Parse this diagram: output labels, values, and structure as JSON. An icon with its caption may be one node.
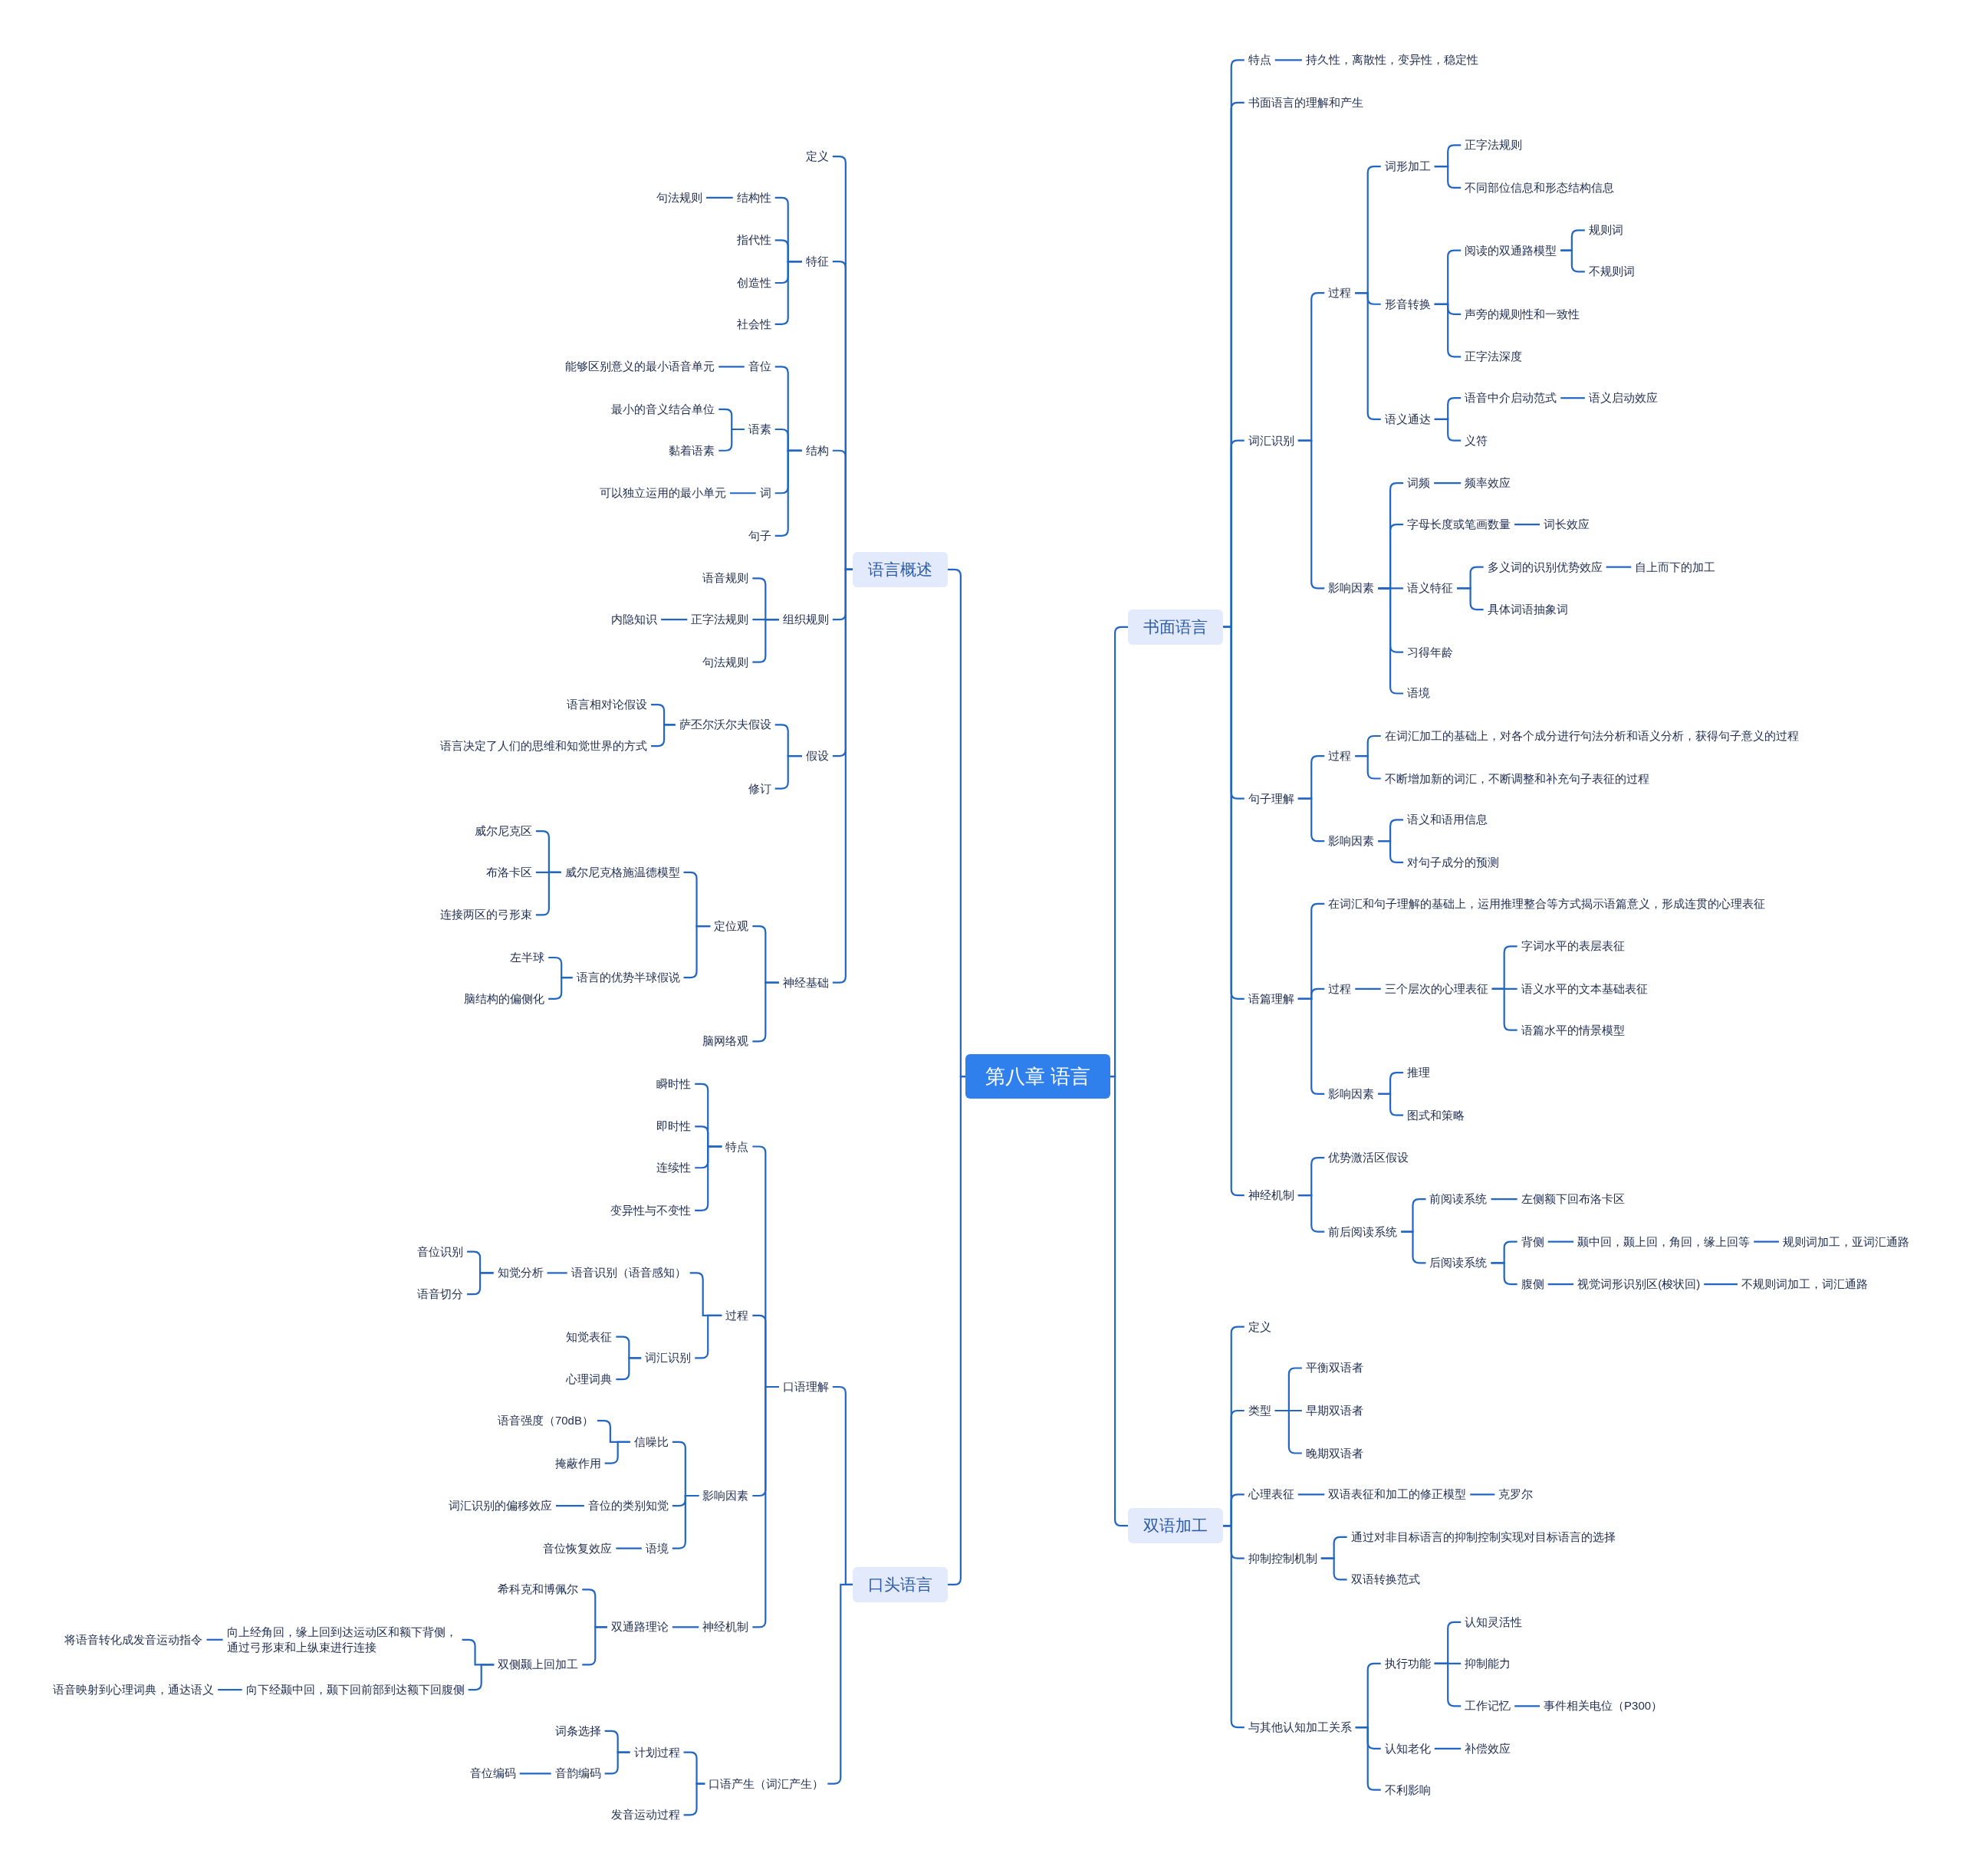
{
  "diagram": {
    "nodes": [
      {
        "text": [
          "第八章 语言"
        ]
      },
      {
        "text": [
          "语言概述"
        ]
      },
      {
        "text": [
          "定义"
        ]
      },
      {
        "text": [
          "特征"
        ]
      },
      {
        "text": [
          "结构性"
        ]
      },
      {
        "text": [
          "句法规则"
        ]
      },
      {
        "text": [
          "指代性"
        ]
      },
      {
        "text": [
          "创造性"
        ]
      },
      {
        "text": [
          "社会性"
        ]
      },
      {
        "text": [
          "结构"
        ]
      },
      {
        "text": [
          "音位"
        ]
      },
      {
        "text": [
          "能够区别意义的最小语音单元"
        ]
      },
      {
        "text": [
          "语素"
        ]
      },
      {
        "text": [
          "最小的音义结合单位"
        ]
      },
      {
        "text": [
          "黏着语素"
        ]
      },
      {
        "text": [
          "词"
        ]
      },
      {
        "text": [
          "可以独立运用的最小单元"
        ]
      },
      {
        "text": [
          "句子"
        ]
      },
      {
        "text": [
          "组织规则"
        ]
      },
      {
        "text": [
          "语音规则"
        ]
      },
      {
        "text": [
          "正字法规则"
        ]
      },
      {
        "text": [
          "内隐知识"
        ]
      },
      {
        "text": [
          "句法规则"
        ]
      },
      {
        "text": [
          "假设"
        ]
      },
      {
        "text": [
          "萨丕尔沃尔夫假设"
        ]
      },
      {
        "text": [
          "语言相对论假设"
        ]
      },
      {
        "text": [
          "语言决定了人们的思维和知觉世界的方式"
        ]
      },
      {
        "text": [
          "修订"
        ]
      },
      {
        "text": [
          "神经基础"
        ]
      },
      {
        "text": [
          "定位观"
        ]
      },
      {
        "text": [
          "威尔尼克格施温德模型"
        ]
      },
      {
        "text": [
          "威尔尼克区"
        ]
      },
      {
        "text": [
          "布洛卡区"
        ]
      },
      {
        "text": [
          "连接两区的弓形束"
        ]
      },
      {
        "text": [
          "语言的优势半球假说"
        ]
      },
      {
        "text": [
          "左半球"
        ]
      },
      {
        "text": [
          "脑结构的偏侧化"
        ]
      },
      {
        "text": [
          "脑网络观"
        ]
      },
      {
        "text": [
          "口头语言"
        ]
      },
      {
        "text": [
          "口语理解"
        ]
      },
      {
        "text": [
          "特点"
        ]
      },
      {
        "text": [
          "瞬时性"
        ]
      },
      {
        "text": [
          "即时性"
        ]
      },
      {
        "text": [
          "连续性"
        ]
      },
      {
        "text": [
          "变异性与不变性"
        ]
      },
      {
        "text": [
          "过程"
        ]
      },
      {
        "text": [
          "语音识别（语音感知）"
        ]
      },
      {
        "text": [
          "知觉分析"
        ]
      },
      {
        "text": [
          "音位识别"
        ]
      },
      {
        "text": [
          "语音切分"
        ]
      },
      {
        "text": [
          "词汇识别"
        ]
      },
      {
        "text": [
          "知觉表征"
        ]
      },
      {
        "text": [
          "心理词典"
        ]
      },
      {
        "text": [
          "影响因素"
        ]
      },
      {
        "text": [
          "信噪比"
        ]
      },
      {
        "text": [
          "语音强度（70dB）"
        ]
      },
      {
        "text": [
          "掩蔽作用"
        ]
      },
      {
        "text": [
          "音位的类别知觉"
        ]
      },
      {
        "text": [
          "词汇识别的偏移效应"
        ]
      },
      {
        "text": [
          "语境"
        ]
      },
      {
        "text": [
          "音位恢复效应"
        ]
      },
      {
        "text": [
          "神经机制"
        ]
      },
      {
        "text": [
          "双通路理论"
        ]
      },
      {
        "text": [
          "希科克和博佩尔"
        ]
      },
      {
        "text": [
          "双侧颞上回加工"
        ]
      },
      {
        "text": [
          "向上经角回，缘上回到达运动区和额下背侧，通过弓形束和上纵束进行连接"
        ]
      },
      {
        "text": [
          "将语音转化成发音运动指令"
        ]
      },
      {
        "text": [
          "向下经颞中回，颞下回前部到达额下回腹侧"
        ]
      },
      {
        "text": [
          "语音映射到心理词典，通达语义"
        ]
      },
      {
        "text": [
          "口语产生（词汇产生）"
        ]
      },
      {
        "text": [
          "计划过程"
        ]
      },
      {
        "text": [
          "词条选择"
        ]
      },
      {
        "text": [
          "音韵编码"
        ]
      },
      {
        "text": [
          "音位编码"
        ]
      },
      {
        "text": [
          "发音运动过程"
        ]
      },
      {
        "text": [
          "书面语言"
        ]
      },
      {
        "text": [
          "特点"
        ]
      },
      {
        "text": [
          "持久性，离散性，变异性，稳定性"
        ]
      },
      {
        "text": [
          "书面语言的理解和产生"
        ]
      },
      {
        "text": [
          "词汇识别"
        ]
      },
      {
        "text": [
          "过程"
        ]
      },
      {
        "text": [
          "词形加工"
        ]
      },
      {
        "text": [
          "正字法规则"
        ]
      },
      {
        "text": [
          "不同部位信息和形态结构信息"
        ]
      },
      {
        "text": [
          "形音转换"
        ]
      },
      {
        "text": [
          "阅读的双通路模型"
        ]
      },
      {
        "text": [
          "规则词"
        ]
      },
      {
        "text": [
          "不规则词"
        ]
      },
      {
        "text": [
          "声旁的规则性和一致性"
        ]
      },
      {
        "text": [
          "正字法深度"
        ]
      },
      {
        "text": [
          "语义通达"
        ]
      },
      {
        "text": [
          "语音中介启动范式"
        ]
      },
      {
        "text": [
          "语义启动效应"
        ]
      },
      {
        "text": [
          "义符"
        ]
      },
      {
        "text": [
          "影响因素"
        ]
      },
      {
        "text": [
          "词频"
        ]
      },
      {
        "text": [
          "频率效应"
        ]
      },
      {
        "text": [
          "字母长度或笔画数量"
        ]
      },
      {
        "text": [
          "词长效应"
        ]
      },
      {
        "text": [
          "语义特征"
        ]
      },
      {
        "text": [
          "多义词的识别优势效应"
        ]
      },
      {
        "text": [
          "自上而下的加工"
        ]
      },
      {
        "text": [
          "具体词语抽象词"
        ]
      },
      {
        "text": [
          "习得年龄"
        ]
      },
      {
        "text": [
          "语境"
        ]
      },
      {
        "text": [
          "句子理解"
        ]
      },
      {
        "text": [
          "过程"
        ]
      },
      {
        "text": [
          "在词汇加工的基础上，对各个成分进行句法分析和语义分析，获得句子意义的过程"
        ]
      },
      {
        "text": [
          "不断增加新的词汇，不断调整和补充句子表征的过程"
        ]
      },
      {
        "text": [
          "影响因素"
        ]
      },
      {
        "text": [
          "语义和语用信息"
        ]
      },
      {
        "text": [
          "对句子成分的预测"
        ]
      },
      {
        "text": [
          "语篇理解"
        ]
      },
      {
        "text": [
          "在词汇和句子理解的基础上，运用推理整合等方式揭示语篇意义，形成连贯的心理表征"
        ]
      },
      {
        "text": [
          "过程"
        ]
      },
      {
        "text": [
          "三个层次的心理表征"
        ]
      },
      {
        "text": [
          "字词水平的表层表征"
        ]
      },
      {
        "text": [
          "语义水平的文本基础表征"
        ]
      },
      {
        "text": [
          "语篇水平的情景模型"
        ]
      },
      {
        "text": [
          "影响因素"
        ]
      },
      {
        "text": [
          "推理"
        ]
      },
      {
        "text": [
          "图式和策略"
        ]
      },
      {
        "text": [
          "神经机制"
        ]
      },
      {
        "text": [
          "优势激活区假设"
        ]
      },
      {
        "text": [
          "前后阅读系统"
        ]
      },
      {
        "text": [
          "前阅读系统"
        ]
      },
      {
        "text": [
          "左侧额下回布洛卡区"
        ]
      },
      {
        "text": [
          "后阅读系统"
        ]
      },
      {
        "text": [
          "背侧"
        ]
      },
      {
        "text": [
          "颞中回，颞上回，角回，缘上回等"
        ]
      },
      {
        "text": [
          "规则词加工，亚词汇通路"
        ]
      },
      {
        "text": [
          "腹侧"
        ]
      },
      {
        "text": [
          "视觉词形识别区(梭状回)"
        ]
      },
      {
        "text": [
          "不规则词加工，词汇通路"
        ]
      },
      {
        "text": [
          "双语加工"
        ]
      },
      {
        "text": [
          "定义"
        ]
      },
      {
        "text": [
          "类型"
        ]
      },
      {
        "text": [
          "平衡双语者"
        ]
      },
      {
        "text": [
          "早期双语者"
        ]
      },
      {
        "text": [
          "晚期双语者"
        ]
      },
      {
        "text": [
          "心理表征"
        ]
      },
      {
        "text": [
          "双语表征和加工的修正模型"
        ]
      },
      {
        "text": [
          "克罗尔"
        ]
      },
      {
        "text": [
          "抑制控制机制"
        ]
      },
      {
        "text": [
          "通过对非目标语言的抑制控制实现对目标语言的选择"
        ]
      },
      {
        "text": [
          "双语转换范式"
        ]
      },
      {
        "text": [
          "与其他认知加工关系"
        ]
      },
      {
        "text": [
          "执行功能"
        ]
      },
      {
        "text": [
          "认知灵活性"
        ]
      },
      {
        "text": [
          "抑制能力"
        ]
      },
      {
        "text": [
          "工作记忆"
        ]
      },
      {
        "text": [
          "事件相关电位（P300）"
        ]
      },
      {
        "text": [
          "认知老化"
        ]
      },
      {
        "text": [
          "补偿效应"
        ]
      },
      {
        "text": [
          "不利影响"
        ]
      }
    ],
    "edges": [
      {
        "from": 0,
        "to": 1,
        "arrow": "none"
      },
      {
        "from": 1,
        "to": 2,
        "arrow": "none"
      },
      {
        "from": 1,
        "to": 3,
        "arrow": "none"
      },
      {
        "from": 3,
        "to": 4,
        "arrow": "none"
      },
      {
        "from": 4,
        "to": 5,
        "arrow": "none"
      },
      {
        "from": 3,
        "to": 6,
        "arrow": "none"
      },
      {
        "from": 3,
        "to": 7,
        "arrow": "none"
      },
      {
        "from": 3,
        "to": 8,
        "arrow": "none"
      },
      {
        "from": 1,
        "to": 9,
        "arrow": "none"
      },
      {
        "from": 9,
        "to": 10,
        "arrow": "none"
      },
      {
        "from": 10,
        "to": 11,
        "arrow": "none"
      },
      {
        "from": 9,
        "to": 12,
        "arrow": "none"
      },
      {
        "from": 12,
        "to": 13,
        "arrow": "none"
      },
      {
        "from": 12,
        "to": 14,
        "arrow": "none"
      },
      {
        "from": 9,
        "to": 15,
        "arrow": "none"
      },
      {
        "from": 15,
        "to": 16,
        "arrow": "none"
      },
      {
        "from": 9,
        "to": 17,
        "arrow": "none"
      },
      {
        "from": 1,
        "to": 18,
        "arrow": "none"
      },
      {
        "from": 18,
        "to": 19,
        "arrow": "none"
      },
      {
        "from": 18,
        "to": 20,
        "arrow": "none"
      },
      {
        "from": 20,
        "to": 21,
        "arrow": "none"
      },
      {
        "from": 18,
        "to": 22,
        "arrow": "none"
      },
      {
        "from": 1,
        "to": 23,
        "arrow": "none"
      },
      {
        "from": 23,
        "to": 24,
        "arrow": "none"
      },
      {
        "from": 24,
        "to": 25,
        "arrow": "none"
      },
      {
        "from": 24,
        "to": 26,
        "arrow": "none"
      },
      {
        "from": 23,
        "to": 27,
        "arrow": "none"
      },
      {
        "from": 1,
        "to": 28,
        "arrow": "none"
      },
      {
        "from": 28,
        "to": 29,
        "arrow": "none"
      },
      {
        "from": 29,
        "to": 30,
        "arrow": "none"
      },
      {
        "from": 30,
        "to": 31,
        "arrow": "none"
      },
      {
        "from": 30,
        "to": 32,
        "arrow": "none"
      },
      {
        "from": 30,
        "to": 33,
        "arrow": "none"
      },
      {
        "from": 29,
        "to": 34,
        "arrow": "none"
      },
      {
        "from": 34,
        "to": 35,
        "arrow": "none"
      },
      {
        "from": 34,
        "to": 36,
        "arrow": "none"
      },
      {
        "from": 28,
        "to": 37,
        "arrow": "none"
      },
      {
        "from": 0,
        "to": 38,
        "arrow": "none"
      },
      {
        "from": 38,
        "to": 39,
        "arrow": "none"
      },
      {
        "from": 39,
        "to": 40,
        "arrow": "none"
      },
      {
        "from": 40,
        "to": 41,
        "arrow": "none"
      },
      {
        "from": 40,
        "to": 42,
        "arrow": "none"
      },
      {
        "from": 40,
        "to": 43,
        "arrow": "none"
      },
      {
        "from": 40,
        "to": 44,
        "arrow": "none"
      },
      {
        "from": 39,
        "to": 45,
        "arrow": "none"
      },
      {
        "from": 45,
        "to": 46,
        "arrow": "none"
      },
      {
        "from": 46,
        "to": 47,
        "arrow": "none"
      },
      {
        "from": 47,
        "to": 48,
        "arrow": "none"
      },
      {
        "from": 47,
        "to": 49,
        "arrow": "none"
      },
      {
        "from": 45,
        "to": 50,
        "arrow": "none"
      },
      {
        "from": 50,
        "to": 51,
        "arrow": "none"
      },
      {
        "from": 50,
        "to": 52,
        "arrow": "none"
      },
      {
        "from": 39,
        "to": 53,
        "arrow": "none"
      },
      {
        "from": 53,
        "to": 54,
        "arrow": "none"
      },
      {
        "from": 54,
        "to": 55,
        "arrow": "none"
      },
      {
        "from": 54,
        "to": 56,
        "arrow": "none"
      },
      {
        "from": 53,
        "to": 57,
        "arrow": "none"
      },
      {
        "from": 57,
        "to": 58,
        "arrow": "none"
      },
      {
        "from": 53,
        "to": 59,
        "arrow": "none"
      },
      {
        "from": 59,
        "to": 60,
        "arrow": "none"
      },
      {
        "from": 39,
        "to": 61,
        "arrow": "none"
      },
      {
        "from": 61,
        "to": 62,
        "arrow": "none"
      },
      {
        "from": 62,
        "to": 63,
        "arrow": "none"
      },
      {
        "from": 62,
        "to": 64,
        "arrow": "none"
      },
      {
        "from": 64,
        "to": 65,
        "arrow": "none"
      },
      {
        "from": 65,
        "to": 66,
        "arrow": "none"
      },
      {
        "from": 64,
        "to": 67,
        "arrow": "none"
      },
      {
        "from": 67,
        "to": 68,
        "arrow": "none"
      },
      {
        "from": 38,
        "to": 69,
        "arrow": "none"
      },
      {
        "from": 69,
        "to": 70,
        "arrow": "none"
      },
      {
        "from": 70,
        "to": 71,
        "arrow": "none"
      },
      {
        "from": 70,
        "to": 72,
        "arrow": "none"
      },
      {
        "from": 72,
        "to": 73,
        "arrow": "none"
      },
      {
        "from": 69,
        "to": 74,
        "arrow": "none"
      },
      {
        "from": 0,
        "to": 75,
        "arrow": "none"
      },
      {
        "from": 75,
        "to": 76,
        "arrow": "none"
      },
      {
        "from": 76,
        "to": 77,
        "arrow": "none"
      },
      {
        "from": 75,
        "to": 78,
        "arrow": "none"
      },
      {
        "from": 75,
        "to": 79,
        "arrow": "none"
      },
      {
        "from": 79,
        "to": 80,
        "arrow": "none"
      },
      {
        "from": 80,
        "to": 81,
        "arrow": "none"
      },
      {
        "from": 81,
        "to": 82,
        "arrow": "none"
      },
      {
        "from": 81,
        "to": 83,
        "arrow": "none"
      },
      {
        "from": 80,
        "to": 84,
        "arrow": "none"
      },
      {
        "from": 84,
        "to": 85,
        "arrow": "none"
      },
      {
        "from": 85,
        "to": 86,
        "arrow": "none"
      },
      {
        "from": 85,
        "to": 87,
        "arrow": "none"
      },
      {
        "from": 84,
        "to": 88,
        "arrow": "none"
      },
      {
        "from": 84,
        "to": 89,
        "arrow": "none"
      },
      {
        "from": 80,
        "to": 90,
        "arrow": "none"
      },
      {
        "from": 90,
        "to": 91,
        "arrow": "none"
      },
      {
        "from": 91,
        "to": 92,
        "arrow": "none"
      },
      {
        "from": 90,
        "to": 93,
        "arrow": "none"
      },
      {
        "from": 79,
        "to": 94,
        "arrow": "none"
      },
      {
        "from": 94,
        "to": 95,
        "arrow": "none"
      },
      {
        "from": 95,
        "to": 96,
        "arrow": "none"
      },
      {
        "from": 94,
        "to": 97,
        "arrow": "none"
      },
      {
        "from": 97,
        "to": 98,
        "arrow": "none"
      },
      {
        "from": 94,
        "to": 99,
        "arrow": "none"
      },
      {
        "from": 99,
        "to": 100,
        "arrow": "none"
      },
      {
        "from": 100,
        "to": 101,
        "arrow": "none"
      },
      {
        "from": 99,
        "to": 102,
        "arrow": "none"
      },
      {
        "from": 94,
        "to": 103,
        "arrow": "none"
      },
      {
        "from": 94,
        "to": 104,
        "arrow": "none"
      },
      {
        "from": 75,
        "to": 105,
        "arrow": "none"
      },
      {
        "from": 105,
        "to": 106,
        "arrow": "none"
      },
      {
        "from": 106,
        "to": 107,
        "arrow": "none"
      },
      {
        "from": 106,
        "to": 108,
        "arrow": "none"
      },
      {
        "from": 105,
        "to": 109,
        "arrow": "none"
      },
      {
        "from": 109,
        "to": 110,
        "arrow": "none"
      },
      {
        "from": 109,
        "to": 111,
        "arrow": "none"
      },
      {
        "from": 75,
        "to": 112,
        "arrow": "none"
      },
      {
        "from": 112,
        "to": 113,
        "arrow": "none"
      },
      {
        "from": 112,
        "to": 114,
        "arrow": "none"
      },
      {
        "from": 114,
        "to": 115,
        "arrow": "none"
      },
      {
        "from": 115,
        "to": 116,
        "arrow": "none"
      },
      {
        "from": 115,
        "to": 117,
        "arrow": "none"
      },
      {
        "from": 115,
        "to": 118,
        "arrow": "none"
      },
      {
        "from": 112,
        "to": 119,
        "arrow": "none"
      },
      {
        "from": 119,
        "to": 120,
        "arrow": "none"
      },
      {
        "from": 119,
        "to": 121,
        "arrow": "none"
      },
      {
        "from": 75,
        "to": 122,
        "arrow": "none"
      },
      {
        "from": 122,
        "to": 123,
        "arrow": "none"
      },
      {
        "from": 122,
        "to": 124,
        "arrow": "none"
      },
      {
        "from": 124,
        "to": 125,
        "arrow": "none"
      },
      {
        "from": 125,
        "to": 126,
        "arrow": "none"
      },
      {
        "from": 124,
        "to": 127,
        "arrow": "none"
      },
      {
        "from": 127,
        "to": 128,
        "arrow": "none"
      },
      {
        "from": 128,
        "to": 129,
        "arrow": "none"
      },
      {
        "from": 129,
        "to": 130,
        "arrow": "none"
      },
      {
        "from": 127,
        "to": 131,
        "arrow": "none"
      },
      {
        "from": 131,
        "to": 132,
        "arrow": "none"
      },
      {
        "from": 132,
        "to": 133,
        "arrow": "none"
      },
      {
        "from": 0,
        "to": 134,
        "arrow": "none"
      },
      {
        "from": 134,
        "to": 135,
        "arrow": "none"
      },
      {
        "from": 134,
        "to": 136,
        "arrow": "none"
      },
      {
        "from": 136,
        "to": 137,
        "arrow": "none"
      },
      {
        "from": 136,
        "to": 138,
        "arrow": "none"
      },
      {
        "from": 136,
        "to": 139,
        "arrow": "none"
      },
      {
        "from": 134,
        "to": 140,
        "arrow": "none"
      },
      {
        "from": 140,
        "to": 141,
        "arrow": "none"
      },
      {
        "from": 141,
        "to": 142,
        "arrow": "none"
      },
      {
        "from": 134,
        "to": 143,
        "arrow": "none"
      },
      {
        "from": 143,
        "to": 144,
        "arrow": "none"
      },
      {
        "from": 143,
        "to": 145,
        "arrow": "none"
      },
      {
        "from": 134,
        "to": 146,
        "arrow": "none"
      },
      {
        "from": 146,
        "to": 147,
        "arrow": "none"
      },
      {
        "from": 147,
        "to": 148,
        "arrow": "none"
      },
      {
        "from": 147,
        "to": 149,
        "arrow": "none"
      },
      {
        "from": 147,
        "to": 150,
        "arrow": "none"
      },
      {
        "from": 150,
        "to": 151,
        "arrow": "none"
      },
      {
        "from": 146,
        "to": 152,
        "arrow": "none"
      },
      {
        "from": 152,
        "to": 153,
        "arrow": "none"
      },
      {
        "from": 146,
        "to": 154,
        "arrow": "none"
      }
    ]
  }
}
